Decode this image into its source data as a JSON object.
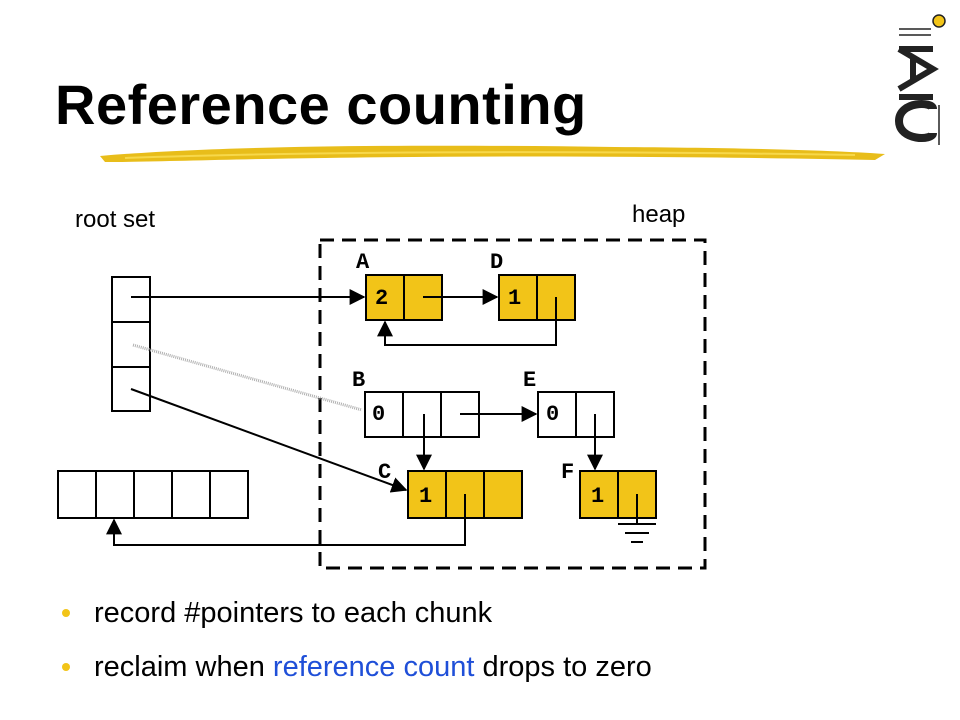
{
  "title": "Reference counting",
  "labels": {
    "root_set": "root set",
    "heap": "heap"
  },
  "nodes": {
    "A": {
      "name": "A",
      "count": "2"
    },
    "D": {
      "name": "D",
      "count": "1"
    },
    "B": {
      "name": "B",
      "count": "0"
    },
    "E": {
      "name": "E",
      "count": "0"
    },
    "C": {
      "name": "C",
      "count": "1"
    },
    "F": {
      "name": "F",
      "count": "1"
    }
  },
  "bullets": [
    {
      "parts": [
        {
          "text": "record #pointers to each chunk",
          "highlight": false
        }
      ]
    },
    {
      "parts": [
        {
          "text": "reclaim when ",
          "highlight": false
        },
        {
          "text": "reference count",
          "highlight": true
        },
        {
          "text": " drops to zero",
          "highlight": false
        }
      ]
    }
  ],
  "colors": {
    "node_fill": "#f2c418",
    "highlight_text": "#1f4fd8",
    "bullet": "#f2c418",
    "heap_border": "#000000"
  },
  "logo": {
    "text": "IAIC",
    "icon": "iaic-logo-icon"
  }
}
